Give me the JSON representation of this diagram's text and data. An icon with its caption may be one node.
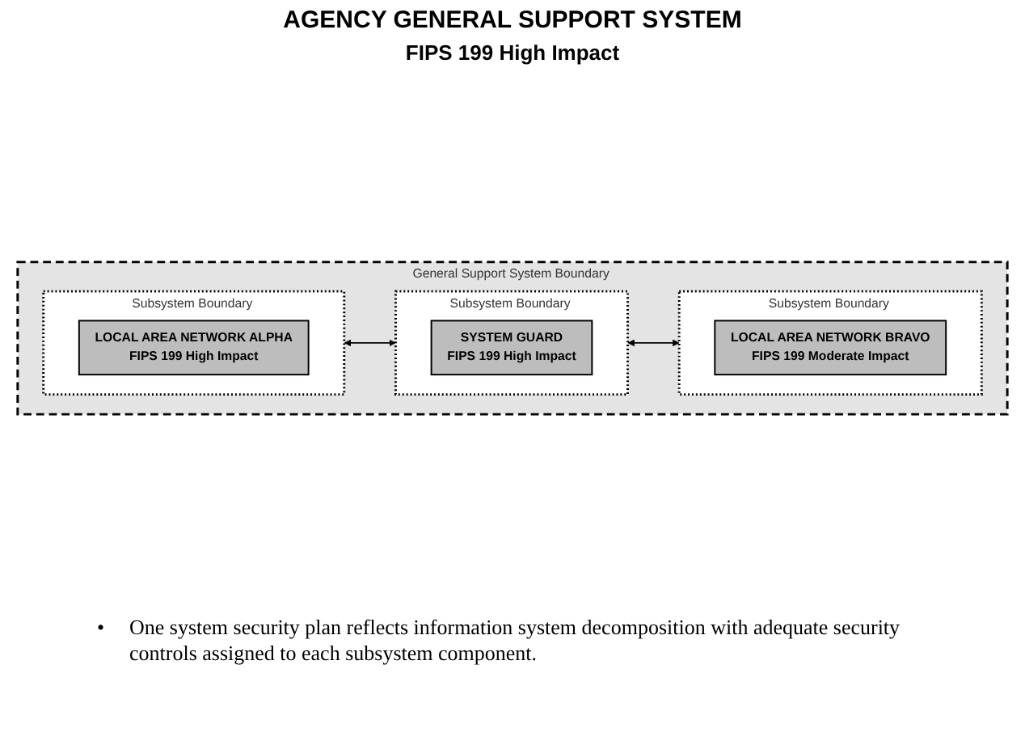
{
  "diagram": {
    "title": "AGENCY GENERAL SUPPORT SYSTEM",
    "nodes": [
      {
        "text": [
          "General Support System Boundary"
        ]
      },
      {
        "text": [
          "Subsystem Boundary"
        ],
        "in": 0
      },
      {
        "text": [
          "LOCAL AREA NETWORK ALPHA",
          "FIPS 199 High Impact"
        ],
        "in": 1
      },
      {
        "text": [
          "Subsystem Boundary"
        ],
        "in": 0
      },
      {
        "text": [
          "SYSTEM GUARD",
          "FIPS 199 High Impact"
        ],
        "in": 3
      },
      {
        "text": [
          "Subsystem Boundary"
        ],
        "in": 0
      },
      {
        "text": [
          "LOCAL AREA NETWORK BRAVO",
          "FIPS 199 Moderate Impact"
        ],
        "in": 5
      }
    ],
    "edges": [
      {
        "from": 1,
        "to": 3,
        "arrow": "both"
      },
      {
        "from": 3,
        "to": 5,
        "arrow": "both"
      }
    ],
    "labels": [
      "FIPS 199 High Impact",
      "•",
      "One system security plan reflects information system decomposition with adequate security controls assigned to each subsystem component."
    ]
  }
}
